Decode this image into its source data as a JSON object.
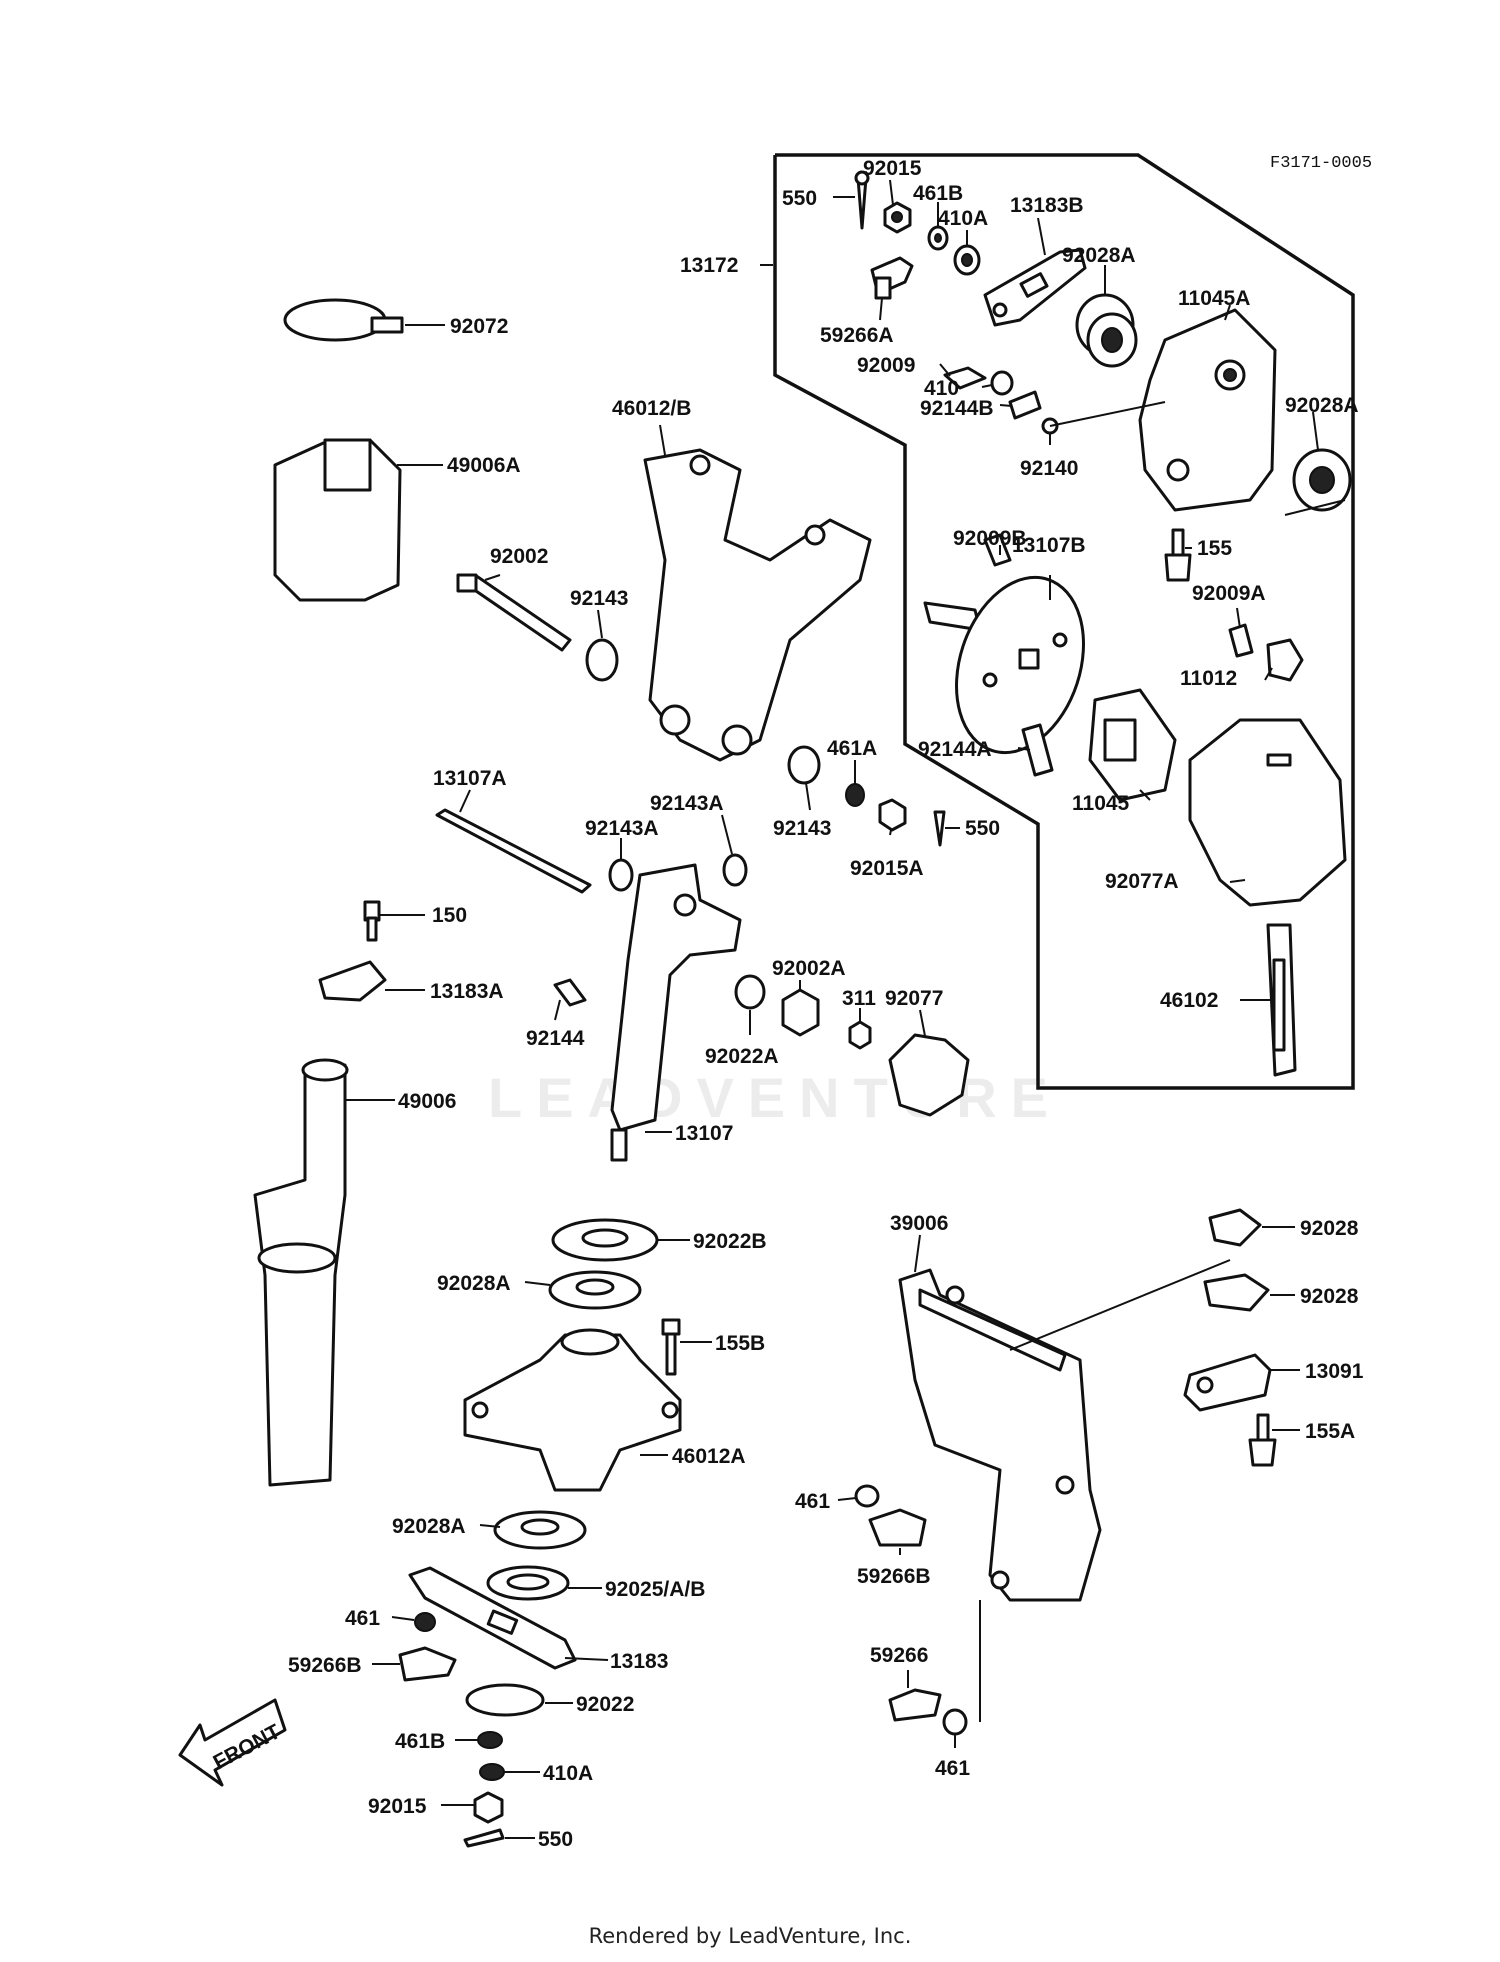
{
  "drawing_code": "F3171-0005",
  "watermark": "LEADVENTURE",
  "footer": "Rendered by LeadVenture, Inc.",
  "front_arrow_label": "FRONT",
  "colors": {
    "ink": "#111111",
    "paper": "#ffffff",
    "watermark": "#ececec"
  },
  "part_labels": {
    "p92015_top": "92015",
    "p550_top": "550",
    "p461B_top": "461B",
    "p410A_top": "410A",
    "p13183B": "13183B",
    "p13172": "13172",
    "p92028A_top": "92028A",
    "p11045A": "11045A",
    "p59266A": "59266A",
    "p92009": "92009",
    "p410": "410",
    "p92144B": "92144B",
    "p92028A_right": "92028A",
    "p92140": "92140",
    "p92072": "92072",
    "p46012B": "46012/B",
    "p49006A": "49006A",
    "p92009B": "92009B",
    "p13107B": "13107B",
    "p155": "155",
    "p92009A": "92009A",
    "p92002": "92002",
    "p92143_top": "92143",
    "p11012": "11012",
    "p92144A": "92144A",
    "p461A": "461A",
    "p11045": "11045",
    "p13107A": "13107A",
    "p92143A_right": "92143A",
    "p92143A_left": "92143A",
    "p92143_mid": "92143",
    "p550_mid": "550",
    "p92015A": "92015A",
    "p92077A": "92077A",
    "p150": "150",
    "p92002A": "92002A",
    "p311": "311",
    "p92077": "92077",
    "p13183A": "13183A",
    "p46102": "46102",
    "p92144": "92144",
    "p92022A": "92022A",
    "p49006": "49006",
    "p13107": "13107",
    "p39006": "39006",
    "p92028_upper": "92028",
    "p92022B": "92022B",
    "p92028_lower": "92028",
    "p92028A_mid": "92028A",
    "p155B": "155B",
    "p13091": "13091",
    "p155A": "155A",
    "p46012A": "46012A",
    "p461_mid": "461",
    "p92028A_low": "92028A",
    "p59266B_right": "59266B",
    "p92025": "92025/A/B",
    "p461_low": "461",
    "p13183": "13183",
    "p59266B_left": "59266B",
    "p59266": "59266",
    "p92022": "92022",
    "p461B_low": "461B",
    "p461_bottom": "461",
    "p410A_low": "410A",
    "p92015_low": "92015",
    "p550_low": "550"
  }
}
